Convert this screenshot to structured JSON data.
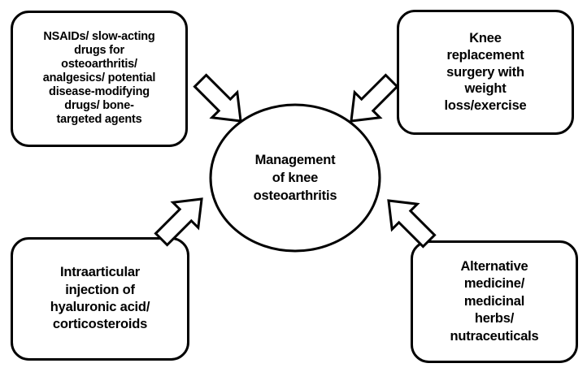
{
  "diagram": {
    "title": "Management of knee osteoarthritis",
    "type": "hub-and-spoke",
    "stroke_color": "#000000",
    "fill_color": "#ffffff",
    "background_color": "#ffffff",
    "center": {
      "shape": "ellipse",
      "label": "Management\nof knee\nosteoarthritis"
    },
    "nodes": [
      {
        "id": "top-left",
        "shape": "rounded-rect",
        "label": "NSAIDs/ slow-acting\ndrugs for\nosteoarthritis/\nanalgesics/ potential\ndisease-modifying\ndrugs/ bone-\ntargeted agents"
      },
      {
        "id": "top-right",
        "shape": "rounded-rect",
        "label": "Knee\nreplacement\nsurgery with\nweight\nloss/exercise"
      },
      {
        "id": "bottom-left",
        "shape": "rounded-rect",
        "label": "Intraarticular\ninjection of\nhyaluronic acid/\ncorticosteroids"
      },
      {
        "id": "bottom-right",
        "shape": "rounded-rect",
        "label": "Alternative\nmedicine/\nmedicinal\nherbs/\nnutraceuticals"
      }
    ],
    "arrows": [
      {
        "id": "arrow-top-left",
        "from": "top-left",
        "to": "center",
        "direction": "down-right"
      },
      {
        "id": "arrow-top-right",
        "from": "top-right",
        "to": "center",
        "direction": "down-left"
      },
      {
        "id": "arrow-bottom-left",
        "from": "bottom-left",
        "to": "center",
        "direction": "up-right"
      },
      {
        "id": "arrow-bottom-right",
        "from": "bottom-right",
        "to": "center",
        "direction": "up-left"
      }
    ]
  }
}
